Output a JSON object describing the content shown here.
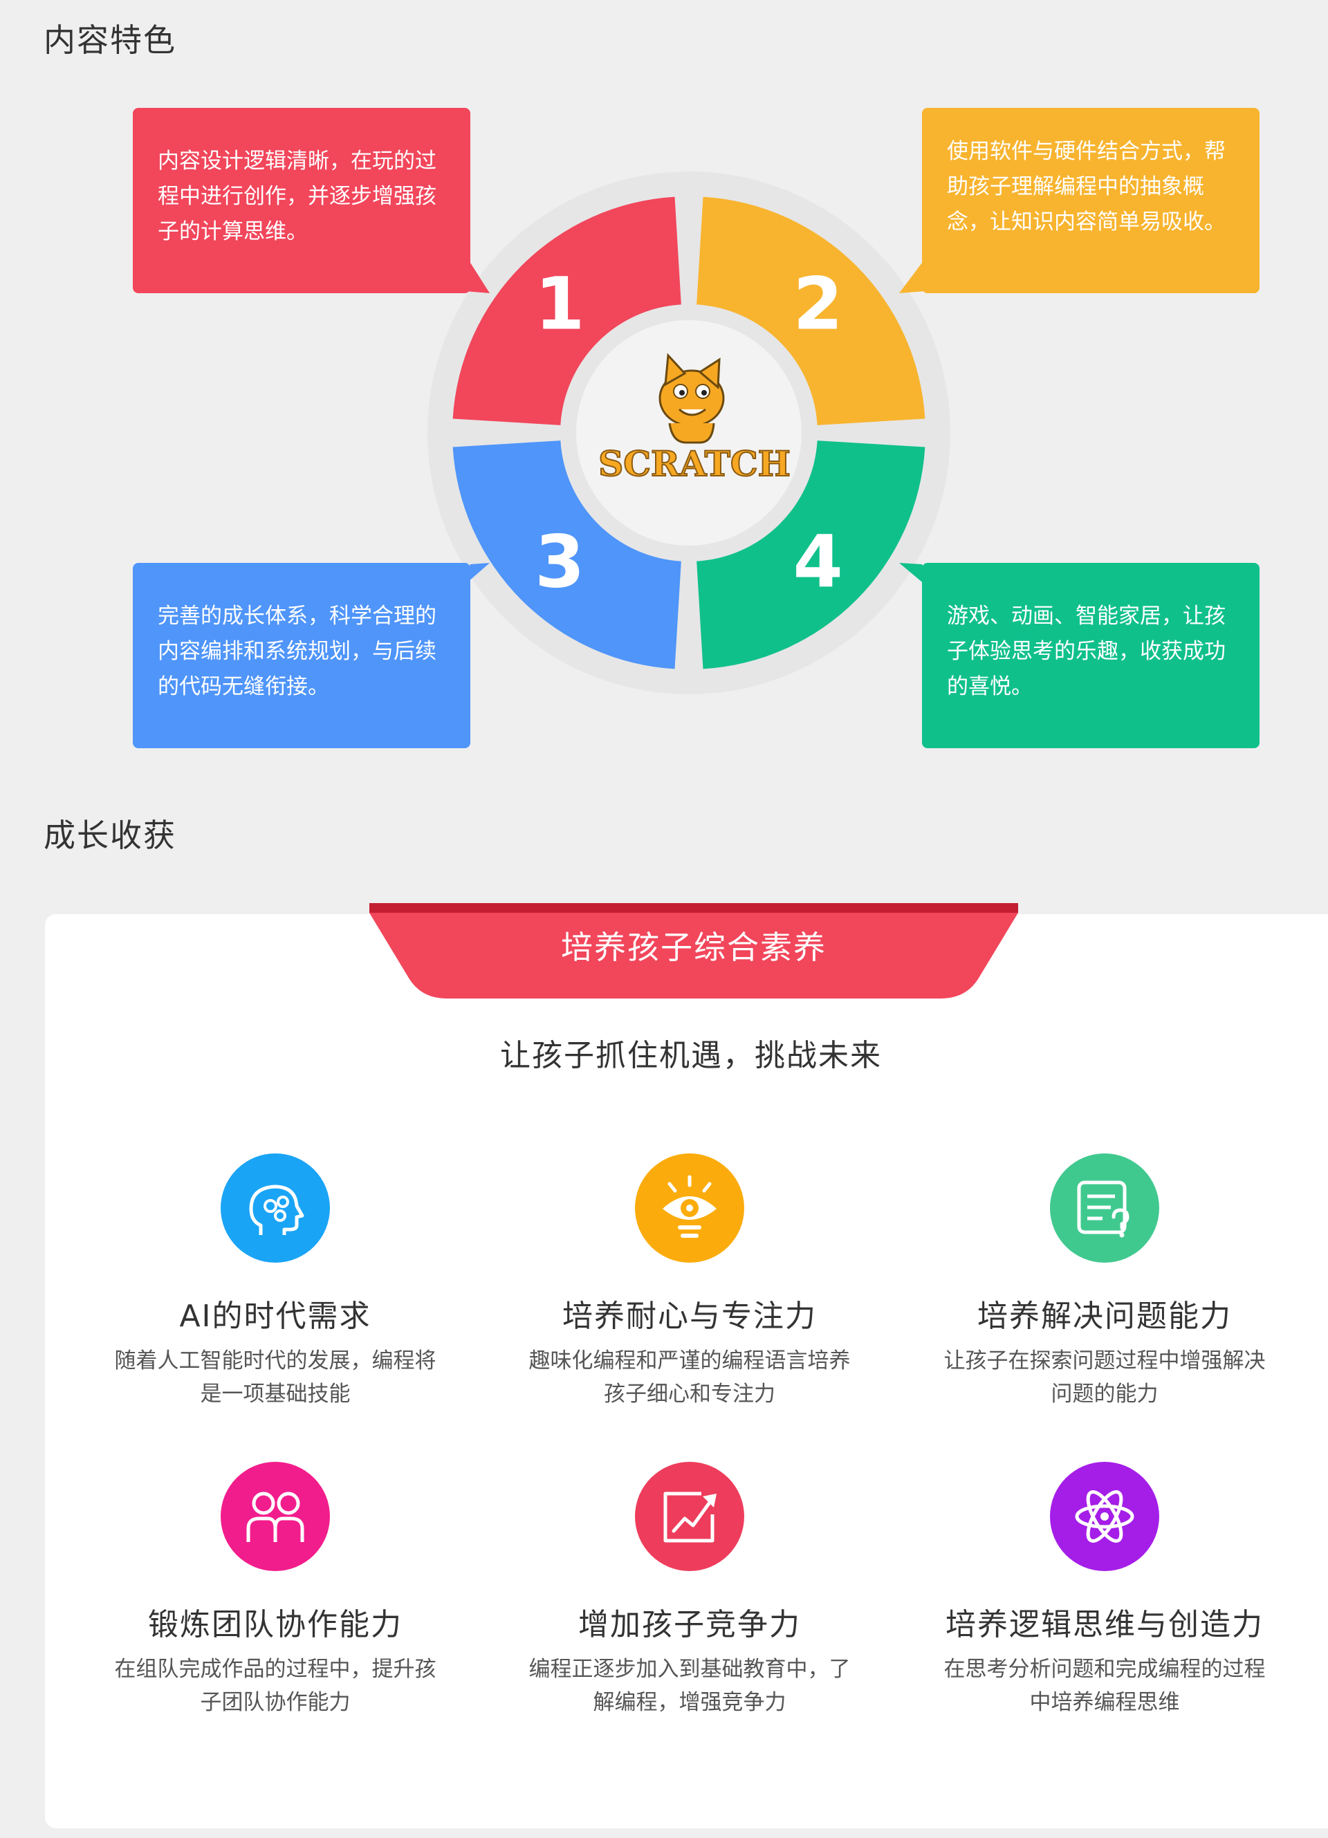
{
  "sections": {
    "features_title": "内容特色",
    "growth_title": "成长收获"
  },
  "diagram": {
    "center_logo_text": "SCRATCH",
    "quadrants": [
      {
        "number": "1",
        "color": "#f2465b",
        "text": "内容设计逻辑清晰，在玩的过程中进行创作，并逐步增强孩子的计算思维。"
      },
      {
        "number": "2",
        "color": "#f8b42f",
        "text": "使用软件与硬件结合方式，帮助孩子理解编程中的抽象概念，让知识内容简单易吸收。"
      },
      {
        "number": "3",
        "color": "#4f95fa",
        "text": "完善的成长体系，科学合理的内容编排和系统规划，与后续的代码无缝衔接。"
      },
      {
        "number": "4",
        "color": "#10c08b",
        "text": "游戏、动画、智能家居，让孩子体验思考的乐趣，收获成功的喜悦。"
      }
    ]
  },
  "growth": {
    "ribbon_label": "培养孩子综合素养",
    "ribbon_color": "#f2465b",
    "subtitle": "让孩子抓住机遇，挑战未来",
    "items": [
      {
        "icon": "brain-head-icon",
        "color": "#1aa4f6",
        "title": "AI的时代需求",
        "desc": "随着人工智能时代的发展，编程将是一项基础技能"
      },
      {
        "icon": "eye-bulb-icon",
        "color": "#fbac0c",
        "title": "培养耐心与专注力",
        "desc": "趣味化编程和严谨的编程语言培养孩子细心和专注力"
      },
      {
        "icon": "question-document-icon",
        "color": "#40c98f",
        "title": "培养解决问题能力",
        "desc": "让孩子在探索问题过程中增强解决问题的能力"
      },
      {
        "icon": "team-people-icon",
        "color": "#f21d8c",
        "title": "锻炼团队协作能力",
        "desc": "在组队完成作品的过程中，提升孩子团队协作能力"
      },
      {
        "icon": "growth-chart-icon",
        "color": "#ee3d5c",
        "title": "增加孩子竞争力",
        "desc": "编程正逐步加入到基础教育中，了解编程，增强竞争力"
      },
      {
        "icon": "atom-icon",
        "color": "#a51ee8",
        "title": "培养逻辑思维与创造力",
        "desc": "在思考分析问题和完成编程的过程中培养编程思维"
      }
    ]
  }
}
